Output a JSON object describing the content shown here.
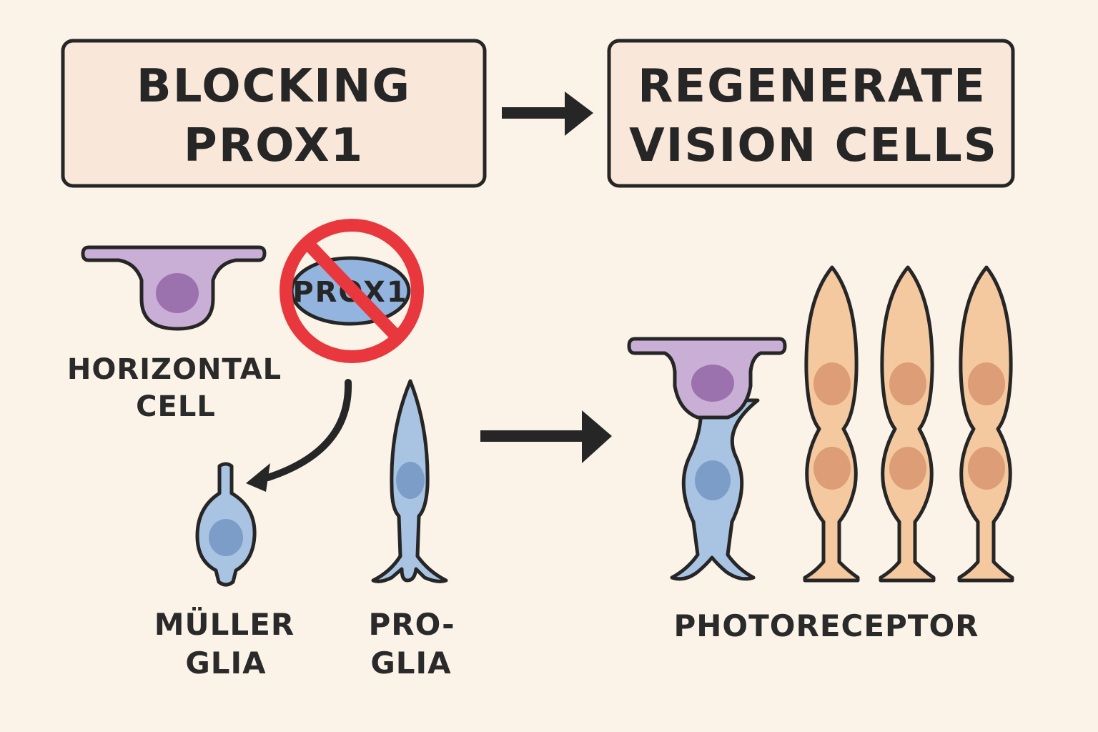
{
  "header": {
    "left_box": {
      "line1": "BLOCKING",
      "line2": "PROX1"
    },
    "right_box": {
      "line1": "REGENERATE",
      "line2": "VISION CELLS"
    }
  },
  "labels": {
    "horizontal_cell": {
      "line1": "HORIZONTAL",
      "line2": "CELL"
    },
    "prox1_protein": "PROX1",
    "muller_glia": {
      "line1": "MÜLLER",
      "line2": "GLIA"
    },
    "pro_glia": {
      "line1": "PRO-",
      "line2": "GLIA"
    },
    "photoreceptor": "PHOTORECEPTOR"
  },
  "colors": {
    "background": "#fbf3e8",
    "box_fill": "#f9e8da",
    "horizontal_cell": "#c9aed6",
    "horizontal_nucleus": "#9b72ad",
    "glia": "#a9c3e2",
    "glia_nucleus": "#7d9dc9",
    "photoreceptor": "#f4c9a0",
    "photoreceptor_nucleus": "#dd9d76",
    "prohibition_red": "#e8383d",
    "prox1_blue": "#93b4de",
    "outline": "#262626"
  },
  "icons": [
    "prohibition-icon",
    "arrow-right-icon",
    "curved-arrow-icon"
  ]
}
